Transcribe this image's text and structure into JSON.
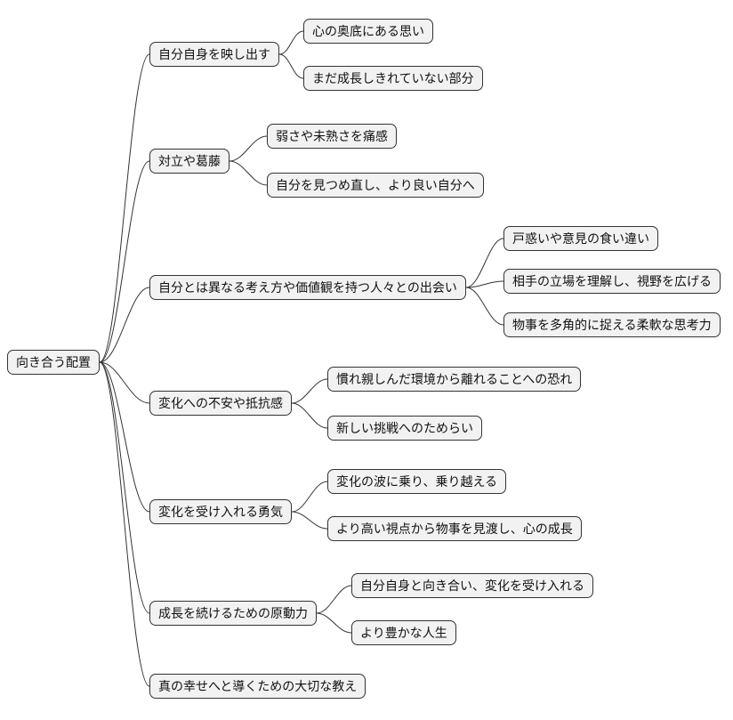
{
  "mindmap": {
    "nodes": [
      {
        "id": "root",
        "parent": null,
        "label": "向き合う配置"
      },
      {
        "id": "b1",
        "parent": "root",
        "label": "自分自身を映し出す"
      },
      {
        "id": "n1a",
        "parent": "b1",
        "label": "心の奥底にある思い"
      },
      {
        "id": "n1b",
        "parent": "b1",
        "label": "まだ成長しきれていない部分"
      },
      {
        "id": "b2",
        "parent": "root",
        "label": "対立や葛藤"
      },
      {
        "id": "n2a",
        "parent": "b2",
        "label": "弱さや未熟さを痛感"
      },
      {
        "id": "n2b",
        "parent": "b2",
        "label": "自分を見つめ直し、より良い自分へ"
      },
      {
        "id": "b3",
        "parent": "root",
        "label": "自分とは異なる考え方や価値観を持つ人々との出会い"
      },
      {
        "id": "n3a",
        "parent": "b3",
        "label": "戸惑いや意見の食い違い"
      },
      {
        "id": "n3b",
        "parent": "b3",
        "label": "相手の立場を理解し、視野を広げる"
      },
      {
        "id": "n3c",
        "parent": "b3",
        "label": "物事を多角的に捉える柔軟な思考力"
      },
      {
        "id": "b4",
        "parent": "root",
        "label": "変化への不安や抵抗感"
      },
      {
        "id": "n4a",
        "parent": "b4",
        "label": "慣れ親しんだ環境から離れることへの恐れ"
      },
      {
        "id": "n4b",
        "parent": "b4",
        "label": "新しい挑戦へのためらい"
      },
      {
        "id": "b5",
        "parent": "root",
        "label": "変化を受け入れる勇気"
      },
      {
        "id": "n5a",
        "parent": "b5",
        "label": "変化の波に乗り、乗り越える"
      },
      {
        "id": "n5b",
        "parent": "b5",
        "label": "より高い視点から物事を見渡し、心の成長"
      },
      {
        "id": "b6",
        "parent": "root",
        "label": "成長を続けるための原動力"
      },
      {
        "id": "n6a",
        "parent": "b6",
        "label": "自分自身と向き合い、変化を受け入れる"
      },
      {
        "id": "n6b",
        "parent": "b6",
        "label": "より豊かな人生"
      },
      {
        "id": "b7",
        "parent": "root",
        "label": "真の幸せへと導くための大切な教え"
      }
    ],
    "style": {
      "node_fill": "#f2f2f2",
      "node_border": "#333333",
      "edge_color": "#333333",
      "background": "#ffffff"
    }
  }
}
